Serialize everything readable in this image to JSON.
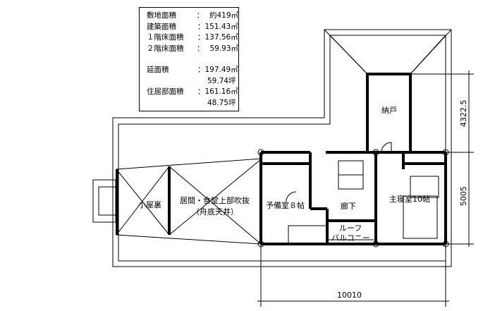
{
  "area_table": {
    "rows": [
      {
        "label": "敷地面積",
        "sep": "：",
        "value": "約419㎡"
      },
      {
        "label": "建築面積",
        "sep": "：",
        "value": "151.43㎡"
      },
      {
        "label": "１階床面積",
        "sep": "：",
        "value": "137.56㎡"
      },
      {
        "label": "２階床面積",
        "sep": "：",
        "value": "59.93㎡"
      }
    ],
    "total": {
      "label": "延面積",
      "sep": "：",
      "value": "197.49㎡",
      "tsubo": "59.74坪"
    },
    "living": {
      "label": "住居部面積",
      "sep": "：",
      "value": "161.16㎡",
      "tsubo": "48.75坪"
    }
  },
  "rooms": {
    "storage": "納戸",
    "attic": "小屋裏",
    "void": "居間・食堂上部吹抜",
    "void_note": "（舟底天井）",
    "spare": "予備室８帖",
    "hall": "廊下",
    "master": "主寝室10帖",
    "balcony_1": "ルーフ",
    "balcony_2": "バルコニー"
  },
  "dimensions": {
    "upper": "4322.5",
    "lower": "5005",
    "width": "10010"
  }
}
